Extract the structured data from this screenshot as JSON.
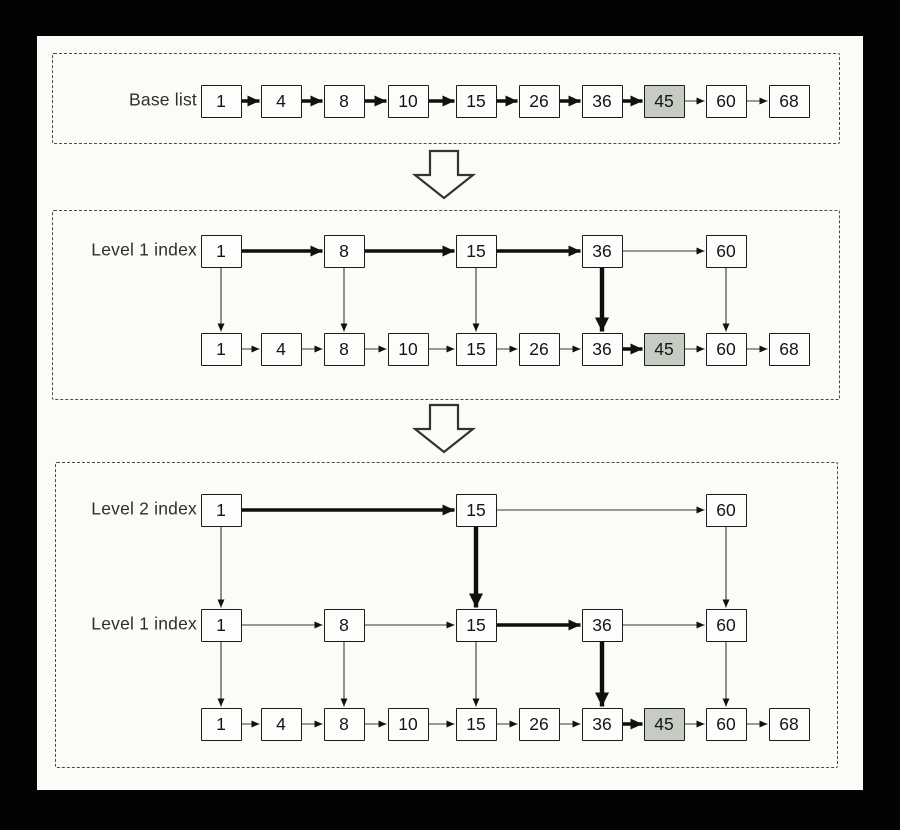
{
  "figure": {
    "background_color": "#000000",
    "paper_color": "#fbfbf8",
    "line_color": "#1c1c1c",
    "highlight_color": "#c7ccc3",
    "highlight_value": "45",
    "panels": [
      {
        "name": "base-list-panel",
        "rows": [
          {
            "label": "Base list",
            "nodes": [
              "1",
              "4",
              "8",
              "10",
              "15",
              "26",
              "36",
              "45",
              "60",
              "68"
            ],
            "bold_links": [
              [
                "1",
                "4"
              ],
              [
                "4",
                "8"
              ],
              [
                "8",
                "10"
              ],
              [
                "10",
                "15"
              ],
              [
                "15",
                "26"
              ],
              [
                "26",
                "36"
              ],
              [
                "36",
                "45"
              ]
            ]
          }
        ],
        "down_links": []
      },
      {
        "name": "level1-index-panel",
        "rows": [
          {
            "label": "Level 1 index",
            "nodes": [
              "1",
              "8",
              "15",
              "36",
              "60"
            ],
            "bold_links": [
              [
                "1",
                "8"
              ],
              [
                "8",
                "15"
              ],
              [
                "15",
                "36"
              ]
            ]
          },
          {
            "label": "",
            "nodes": [
              "1",
              "4",
              "8",
              "10",
              "15",
              "26",
              "36",
              "45",
              "60",
              "68"
            ],
            "bold_links": [
              [
                "36",
                "45"
              ]
            ]
          }
        ],
        "down_links": [
          {
            "from_row": 0,
            "to_row": 1,
            "values": [
              "1",
              "8",
              "15",
              "60"
            ],
            "bold_values": [
              "36"
            ]
          }
        ]
      },
      {
        "name": "level2-index-panel",
        "rows": [
          {
            "label": "Level 2 index",
            "nodes": [
              "1",
              "15",
              "60"
            ],
            "bold_links": [
              [
                "1",
                "15"
              ]
            ]
          },
          {
            "label": "Level 1 index",
            "nodes": [
              "1",
              "8",
              "15",
              "36",
              "60"
            ],
            "bold_links": [
              [
                "15",
                "36"
              ]
            ]
          },
          {
            "label": "",
            "nodes": [
              "1",
              "4",
              "8",
              "10",
              "15",
              "26",
              "36",
              "45",
              "60",
              "68"
            ],
            "bold_links": [
              [
                "36",
                "45"
              ]
            ]
          }
        ],
        "down_links": [
          {
            "from_row": 0,
            "to_row": 1,
            "values": [
              "1",
              "60"
            ],
            "bold_values": [
              "15"
            ]
          },
          {
            "from_row": 1,
            "to_row": 2,
            "values": [
              "1",
              "8",
              "15",
              "60"
            ],
            "bold_values": [
              "36"
            ]
          }
        ]
      }
    ]
  }
}
